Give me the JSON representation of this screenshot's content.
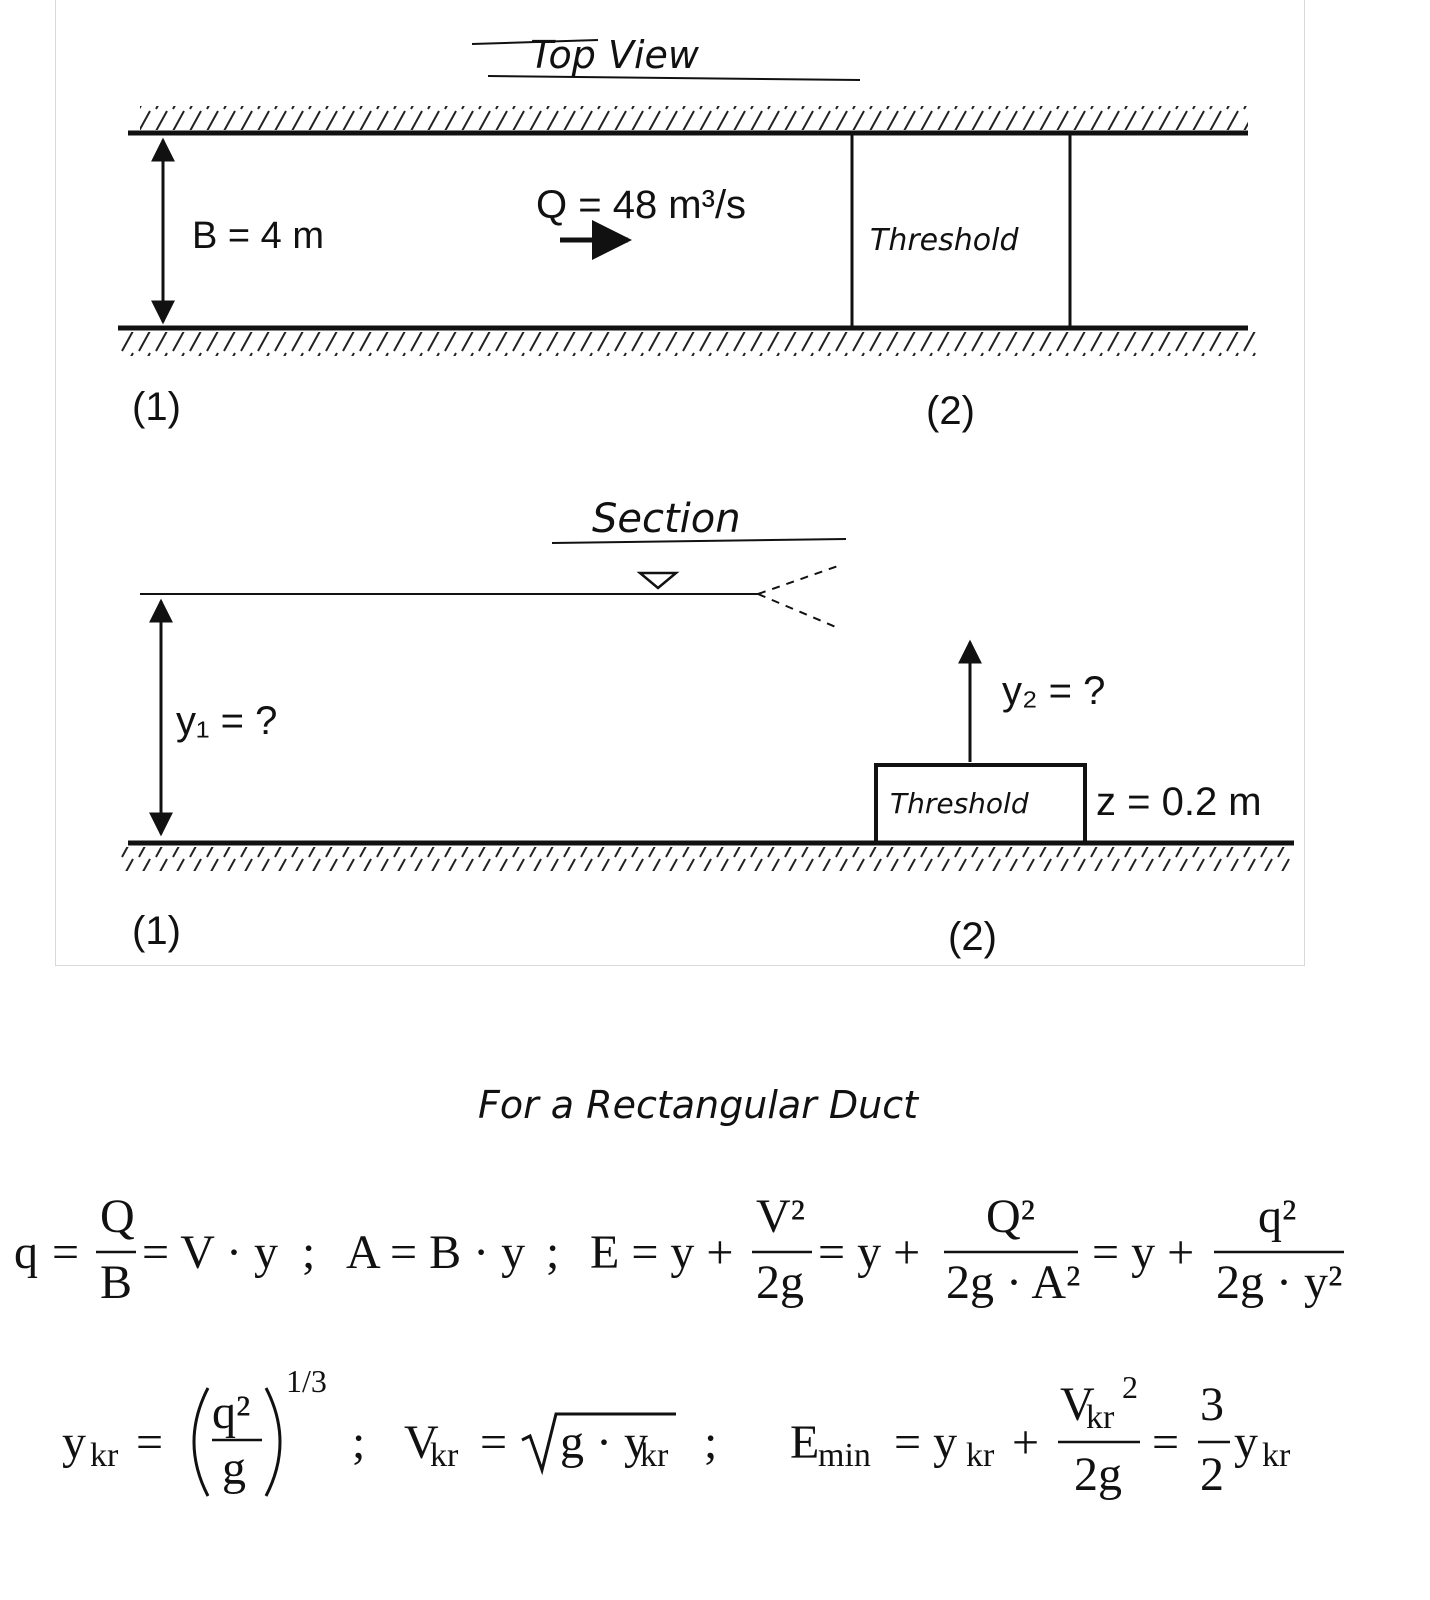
{
  "top_view": {
    "title": "Top View",
    "width_label": "B = 4 m",
    "flow_label": "Q = 48 m³/s",
    "threshold_label": "Threshold",
    "section1_label": "(1)",
    "section2_label": "(2)"
  },
  "section_view": {
    "title": "Section",
    "depth1_label": "y₁ = ?",
    "depth2_label": "y₂ = ?",
    "threshold_label": "Threshold",
    "step_label": "z = 0.2 m",
    "section1_label": "(1)",
    "section2_label": "(2)"
  },
  "formulas": {
    "heading": "For a Rectangular Duct",
    "line1": {
      "q": "q",
      "eq": "=",
      "Q": "Q",
      "B": "B",
      "vy": "= V · y",
      "sep1": ";",
      "area": "A = B · y",
      "sep2": ";",
      "energy_lhs": "E = y +",
      "V2": "V²",
      "two_g": "2g",
      "eq_y_plus_1": "= y +",
      "Q2": "Q²",
      "two_g_A2": "2g · A²",
      "eq_y_plus_2": "= y +",
      "q2": "q²",
      "two_g_y2": "2g · y²"
    },
    "line2": {
      "ykr": "y",
      "kr_sub": "kr",
      "eq": "=",
      "q2": "q²",
      "g": "g",
      "exponent": "1/3",
      "sep1": ";",
      "vkr": "V",
      "vkr_sub": "kr",
      "eq2": "=",
      "sqrt_g_ykr": "g · y",
      "sqrt_sub": "kr",
      "sep2": ";",
      "emin": "E",
      "emin_sub": "min",
      "eq3": "= y",
      "ykr_sub2": "kr",
      "plus": "+",
      "vkr_num": "V",
      "vkr_num_sub": "kr",
      "vkr_num_sup": "2",
      "two_g": "2g",
      "eq4": "=",
      "three": "3",
      "two": "2",
      "ykr_end": "y",
      "ykr_end_sub": "kr"
    }
  }
}
